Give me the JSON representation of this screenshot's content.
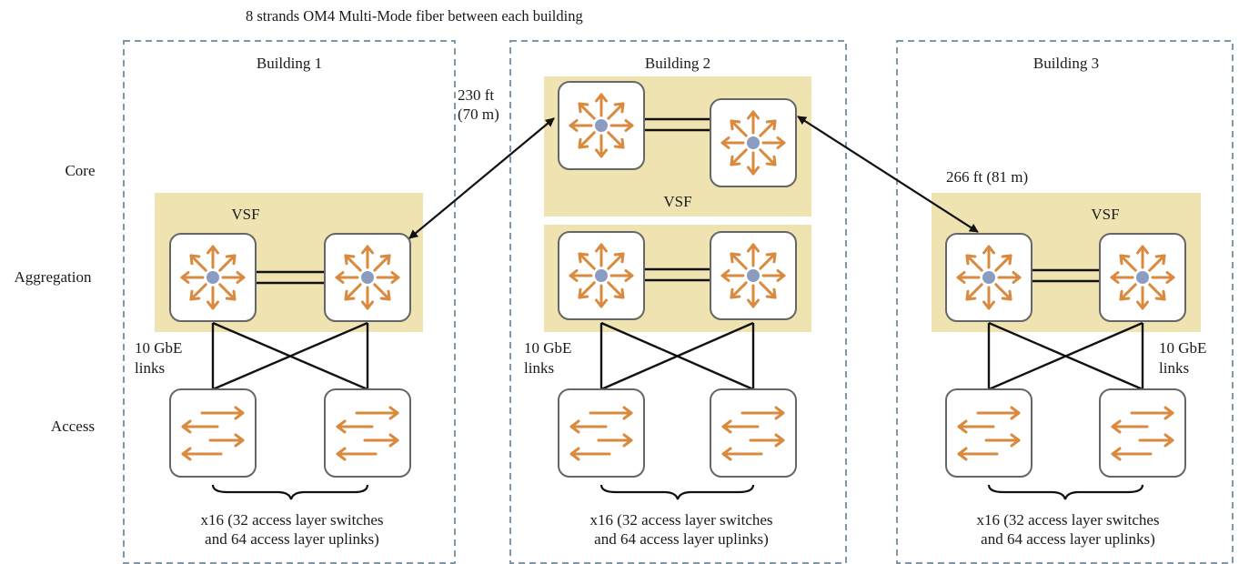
{
  "title": "8 strands OM4 Multi-Mode fiber between each building",
  "layers": {
    "core": "Core",
    "aggregation": "Aggregation",
    "access": "Access"
  },
  "buildings": [
    {
      "name": "Building 1",
      "vsf_label": "VSF",
      "links_label_line1": "10 GbE",
      "links_label_line2": "links",
      "summary_line1": "x16 (32 access layer switches",
      "summary_line2": "and 64 access layer uplinks)"
    },
    {
      "name": "Building 2",
      "vsf_label": "VSF",
      "links_label_line1": "10 GbE",
      "links_label_line2": "links",
      "summary_line1": "x16 (32 access layer switches",
      "summary_line2": "and 64 access layer uplinks)"
    },
    {
      "name": "Building 3",
      "vsf_label": "VSF",
      "links_label_line1": "10 GbE",
      "links_label_line2": "links",
      "summary_line1": "x16 (32 access layer switches",
      "summary_line2": "and 64 access layer uplinks)"
    }
  ],
  "fiber_links": [
    {
      "line1": "230 ft",
      "line2": "(70 m)"
    },
    {
      "line1": "266 ft (81 m)"
    }
  ],
  "colors": {
    "vsf_fill": "#efe3b2",
    "icon_orange": "#d98a3e",
    "icon_hub": "#8a9cbf",
    "icon_border": "#666666",
    "building_border": "#7f97a6"
  },
  "icons": {
    "core_aggregation_switch": "radial-arrows-switch-icon",
    "access_switch": "bidirectional-arrows-switch-icon"
  }
}
